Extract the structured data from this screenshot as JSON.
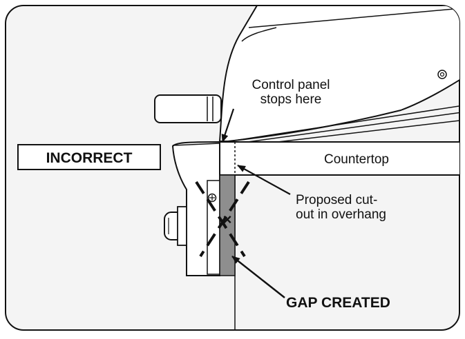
{
  "labels": {
    "status": "INCORRECT",
    "control_panel_line1": "Control panel",
    "control_panel_line2": "stops here",
    "countertop": "Countertop",
    "proposed_line1": "Proposed cut-",
    "proposed_line2": "out in overhang",
    "gap": "GAP CREATED"
  },
  "colors": {
    "line": "#111111",
    "gap_fill": "#8e8e8e",
    "frame_fill": "#f4f4f4"
  },
  "icons": [
    "cross-mark-icon",
    "screw-icon",
    "knob-icon",
    "arrow-icon"
  ]
}
